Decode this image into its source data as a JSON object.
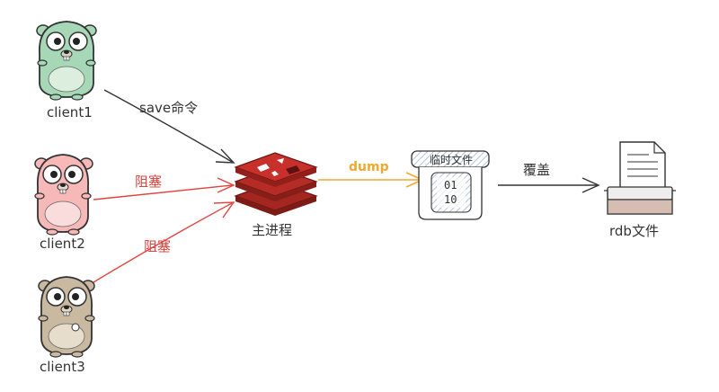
{
  "clients": [
    {
      "label": "client1",
      "color": "#a6d8b8"
    },
    {
      "label": "client2",
      "color": "#f7b8b8"
    },
    {
      "label": "client3",
      "color": "#c9b9a0"
    }
  ],
  "edges": {
    "save_cmd": "save命令",
    "block1": "阻塞",
    "block2": "阻塞",
    "dump": "dump",
    "overwrite": "覆盖"
  },
  "main_process": {
    "label": "主进程",
    "color": "#c8312b"
  },
  "temp_file": {
    "title": "临时文件",
    "line1": "01",
    "line2": "10"
  },
  "rdb": {
    "label": "rdb文件"
  },
  "colors": {
    "arrow_dark": "#333333",
    "arrow_red": "#e0443f",
    "arrow_orange": "#f0a830",
    "hatch": "#9fb7cf"
  }
}
